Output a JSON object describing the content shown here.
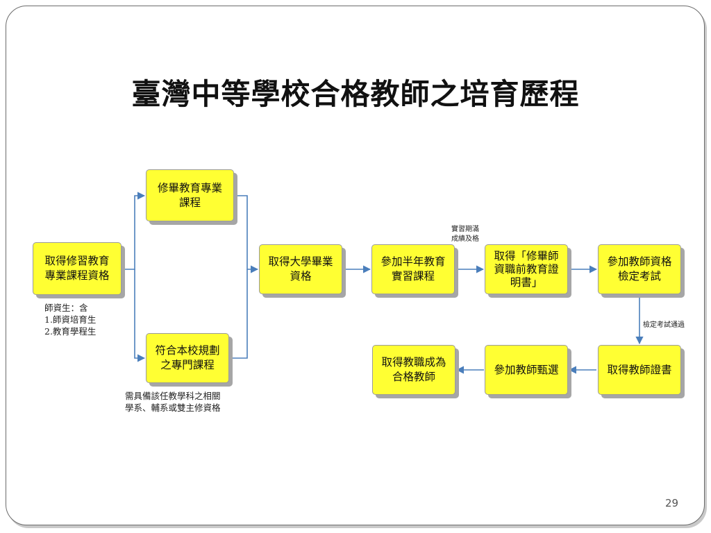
{
  "title": "臺灣中等學校合格教師之培育歷程",
  "page_number": "29",
  "nodes": {
    "qualify": "取得修習教育\n專業課程資格",
    "course": "修畢教育專業\n課程",
    "specialty": "符合本校規劃\n之專門課程",
    "degree": "取得大學畢業\n資格",
    "internship": "參加半年教育\n實習課程",
    "certificate_pre": "取得「修畢師\n資職前教育證\n明書」",
    "exam": "參加教師資格\n檢定考試",
    "teacher_cert": "取得教師證書",
    "selection": "參加教師甄選",
    "employed": "取得教職成為\n合格教師"
  },
  "notes": {
    "students": "師資生：含\n1.師資培育生\n2.教育學程生",
    "specialty_req": "需具備該任教學科之相關\n學系、輔系或雙主修資格",
    "internship_pass": "實習期滿\n成績及格",
    "exam_pass": "檢定考試通過"
  },
  "colors": {
    "box_fill": "#ffff33",
    "arrow": "#4a7ebb"
  }
}
